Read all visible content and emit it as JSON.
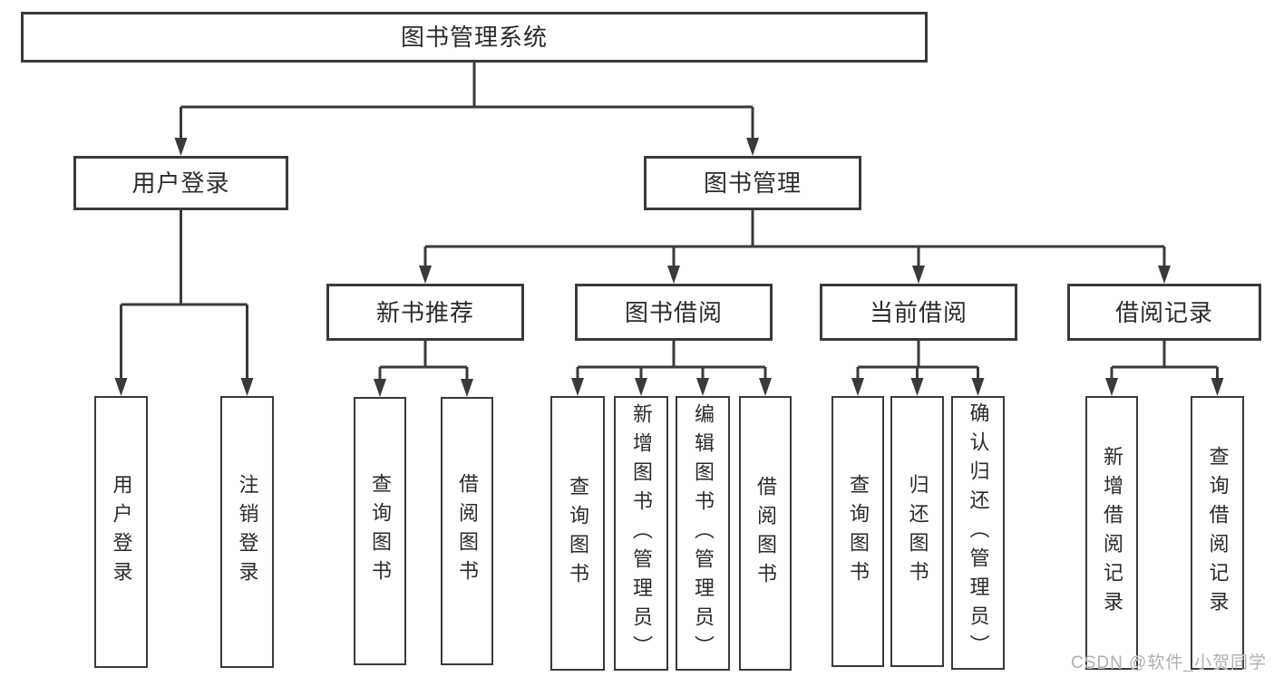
{
  "diagram": {
    "root": {
      "label": "图书管理系统"
    },
    "branches": {
      "user_login": {
        "label": "用户登录"
      },
      "book_mgmt": {
        "label": "图书管理"
      }
    },
    "modules": {
      "new_book_rec": {
        "label": "新书推荐"
      },
      "book_borrow": {
        "label": "图书借阅"
      },
      "current_borrow": {
        "label": "当前借阅"
      },
      "borrow_records": {
        "label": "借阅记录"
      }
    },
    "leaves": [
      {
        "label": "用户登录"
      },
      {
        "label": "注销登录"
      },
      {
        "label": "查询图书"
      },
      {
        "label": "借阅图书"
      },
      {
        "label": "查询图书"
      },
      {
        "label": "新增图书（管理员）"
      },
      {
        "label": "编辑图书（管理员）"
      },
      {
        "label": "借阅图书"
      },
      {
        "label": "查询图书"
      },
      {
        "label": "归还图书"
      },
      {
        "label": "确认归还（管理员）"
      },
      {
        "label": "新增借阅记录"
      },
      {
        "label": "查询借阅记录"
      }
    ]
  },
  "watermark": {
    "text": "CSDN @软件_小贺同学"
  },
  "colors": {
    "line": "#3a3a3a",
    "text": "#2b2b2b",
    "watermark": "#b0b0b0",
    "background": "#ffffff"
  }
}
